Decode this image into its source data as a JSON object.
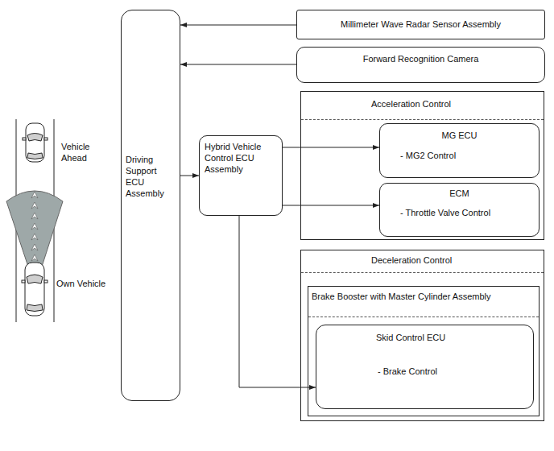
{
  "diagram": {
    "nodes": [
      {
        "text": [
          "Driving Support ECU Assembly"
        ]
      },
      {
        "text": [
          "Millimeter Wave Radar Sensor Assembly"
        ]
      },
      {
        "text": [
          "Forward Recognition Camera"
        ]
      },
      {
        "text": [
          "Hybrid Vehicle Control ECU Assembly"
        ]
      },
      {
        "text": [
          "Acceleration Control"
        ]
      },
      {
        "text": [
          "MG ECU",
          "- MG2 Control"
        ],
        "in": 4
      },
      {
        "text": [
          "ECM",
          "- Throttle Valve Control"
        ],
        "in": 4
      },
      {
        "text": [
          "Deceleration Control"
        ]
      },
      {
        "text": [
          "Brake Booster with Master Cylinder Assembly"
        ],
        "in": 7
      },
      {
        "text": [
          "Skid Control ECU",
          "- Brake Control"
        ],
        "in": 8
      }
    ],
    "edges": [
      {
        "from": 1,
        "to": 0,
        "arrow": "to"
      },
      {
        "from": 2,
        "to": 0,
        "arrow": "to"
      },
      {
        "from": 0,
        "to": 3,
        "arrow": "to"
      },
      {
        "from": 3,
        "to": 5,
        "arrow": "to"
      },
      {
        "from": 3,
        "to": 6,
        "arrow": "to"
      },
      {
        "from": 3,
        "to": 9,
        "arrow": "to"
      }
    ],
    "labels": [
      "Vehicle Ahead",
      "Own Vehicle"
    ]
  }
}
